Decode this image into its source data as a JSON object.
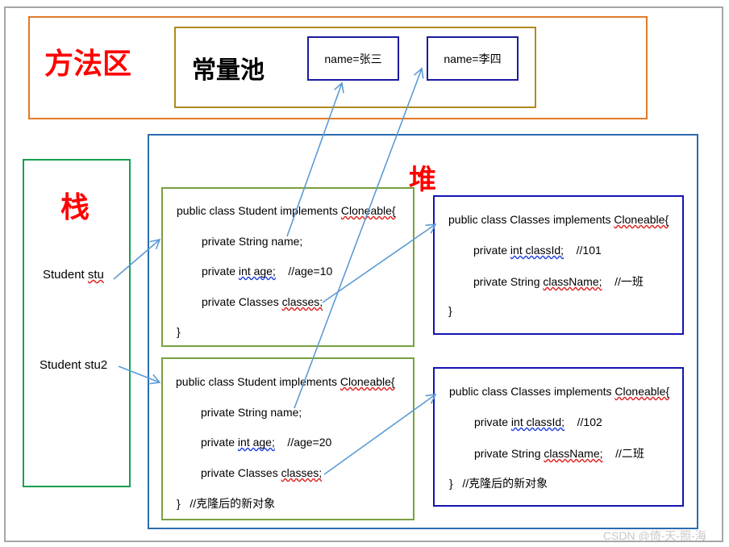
{
  "method_area": {
    "title": "方法区"
  },
  "constant_pool": {
    "title": "常量池",
    "items": [
      "name=张三",
      "name=李四"
    ]
  },
  "stack": {
    "title": "栈",
    "vars": [
      "Student stu",
      "Student stu2"
    ]
  },
  "heap": {
    "title": "堆"
  },
  "student1": {
    "l1": "public class Student implements Cloneable{",
    "l2": "private String name;",
    "l3": "private int age;",
    "l3c": "//age=10",
    "l4": "private Classes classes;",
    "l5": "}"
  },
  "student2": {
    "l1": "public class Student implements Cloneable{",
    "l2": "private String name;",
    "l3": "private int age;",
    "l3c": "//age=20",
    "l4": "private Classes classes;",
    "l5": "}",
    "l5c": "//克隆后的新对象"
  },
  "classes1": {
    "l1": "public class Classes implements Cloneable{",
    "l2": "private int classId;",
    "l2c": "//101",
    "l3": "private String className;",
    "l3c": "//一班",
    "l4": "}"
  },
  "classes2": {
    "l1": "public class Classes implements Cloneable{",
    "l2": "private int classId;",
    "l2c": "//102",
    "l3": "private String className;",
    "l3c": "//二班",
    "l4": "}",
    "l4c": "//克隆后的新对象"
  },
  "watermark": "CSDN @倚-天-照-海",
  "colors": {
    "method_area_border": "#e07b2a",
    "pool_border": "#b08a1c",
    "pool_item_border": "#1a1aa0",
    "stack_border": "#18a050",
    "heap_border": "#2e6cb0",
    "student_border": "#78a040",
    "classes_border": "#1414b4",
    "arrow": "#5b9bd5",
    "title": "#ff0000"
  }
}
